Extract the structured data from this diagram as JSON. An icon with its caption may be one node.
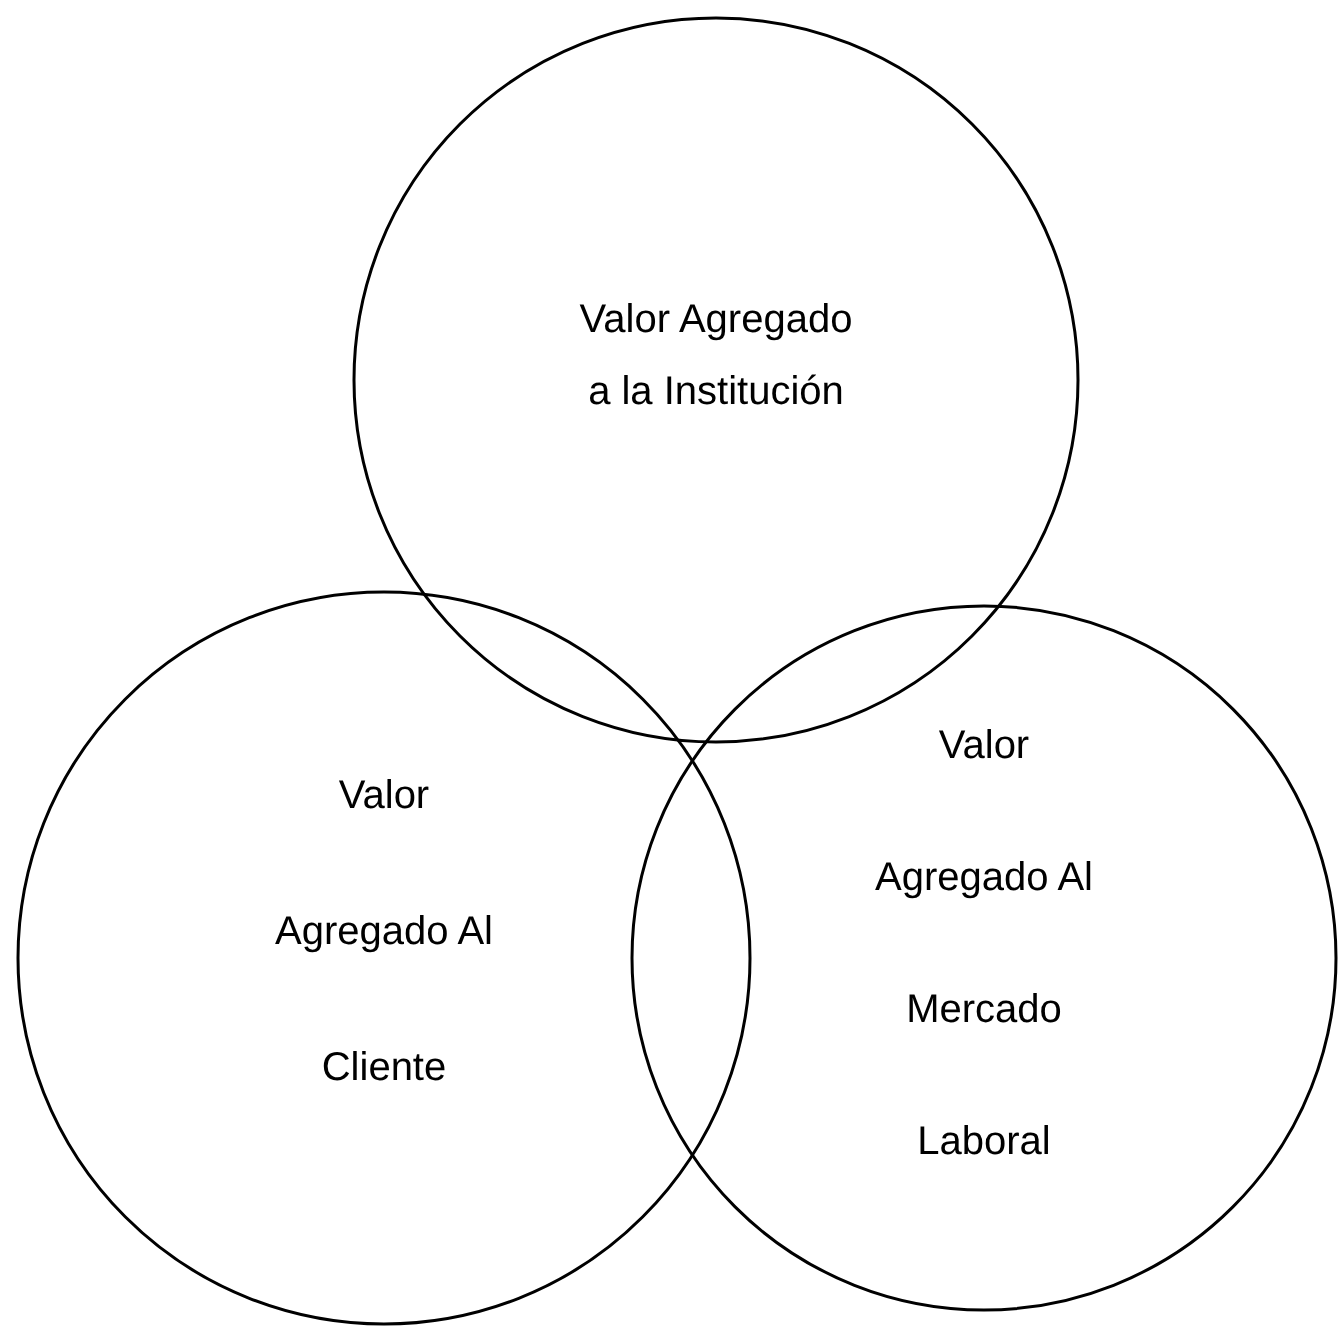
{
  "diagram": {
    "nodes": [
      {
        "text": [
          "Valor Agregado a la Institución"
        ]
      },
      {
        "text": [
          "Valor Agregado Al Cliente"
        ]
      },
      {
        "text": [
          "Valor Agregado Al Mercado Laboral"
        ]
      }
    ]
  }
}
